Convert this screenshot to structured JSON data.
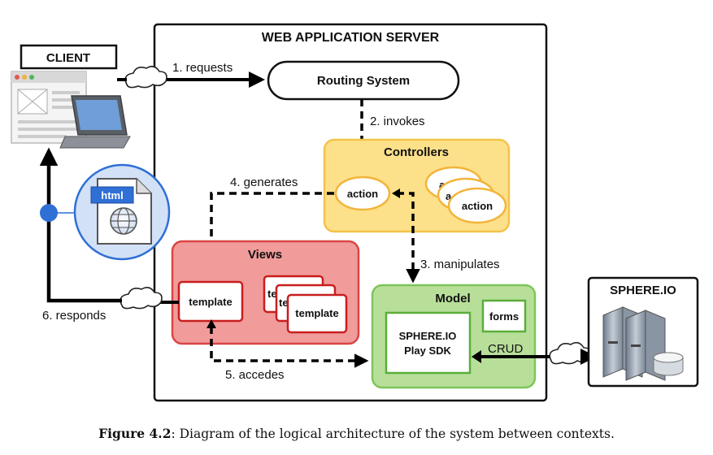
{
  "server": {
    "title": "WEB APPLICATION SERVER"
  },
  "client": {
    "title": "CLIENT",
    "file_badge": "html"
  },
  "routing": {
    "label": "Routing System"
  },
  "controllers": {
    "title": "Controllers",
    "action_main": "action",
    "action_stack_top": "a",
    "action_stack_mid": "a",
    "action_stack_front": "action"
  },
  "views": {
    "title": "Views",
    "template_main": "template",
    "template_stack_top": "te",
    "template_stack_mid": "te",
    "template_stack_front": "template"
  },
  "model": {
    "title": "Model",
    "forms": "forms",
    "sdk_line1": "SPHERE.IO",
    "sdk_line2": "Play SDK"
  },
  "sphere": {
    "title": "SPHERE.IO"
  },
  "edges": {
    "requests": "1. requests",
    "invokes": "2. invokes",
    "manipulates": "3. manipulates",
    "generates": "4. generates",
    "accedes": "5. accedes",
    "responds": "6. responds",
    "crud": "CRUD"
  },
  "caption": {
    "label": "Figure 4.2",
    "text": ": Diagram of the logical architecture of the system between contexts."
  },
  "colors": {
    "controllers_fill": "#fde08a",
    "controllers_stroke": "#f3c34c",
    "views_fill": "#f19b9b",
    "views_stroke": "#d94545",
    "model_fill": "#b8df9a",
    "model_stroke": "#7cc55b",
    "blue_accent": "#2f6fd6"
  }
}
